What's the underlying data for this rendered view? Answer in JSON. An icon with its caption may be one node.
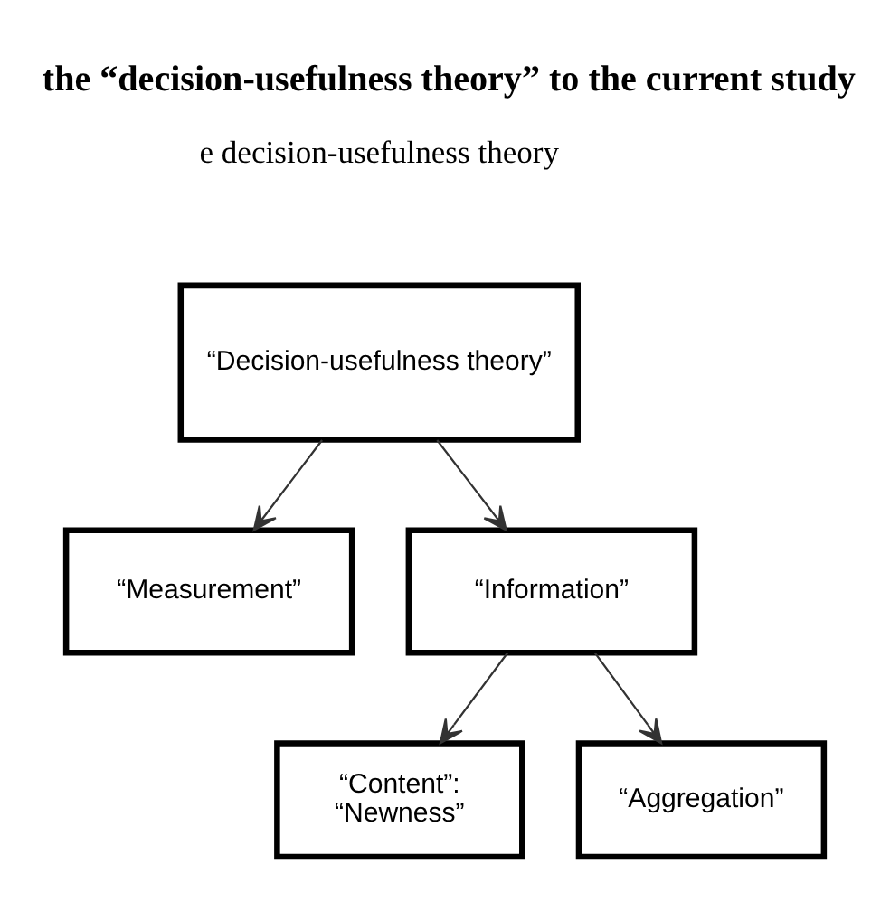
{
  "diagram": {
    "title": "the “decision-usefulness theory” to the current study",
    "nodes": [
      {
        "text": [
          "“Decision-usefulness theory”"
        ]
      },
      {
        "text": [
          "“Measurement”"
        ]
      },
      {
        "text": [
          "“Information”"
        ]
      },
      {
        "text": [
          "“Content”: “Newness”"
        ]
      },
      {
        "text": [
          "“Aggregation”"
        ]
      }
    ],
    "edges": [
      {
        "from": 0,
        "to": 1,
        "arrow": "to"
      },
      {
        "from": 0,
        "to": 2,
        "arrow": "to"
      },
      {
        "from": 2,
        "to": 3,
        "arrow": "to"
      },
      {
        "from": 2,
        "to": 4,
        "arrow": "to"
      }
    ],
    "labels": [
      "e decision-usefulness theory"
    ]
  }
}
